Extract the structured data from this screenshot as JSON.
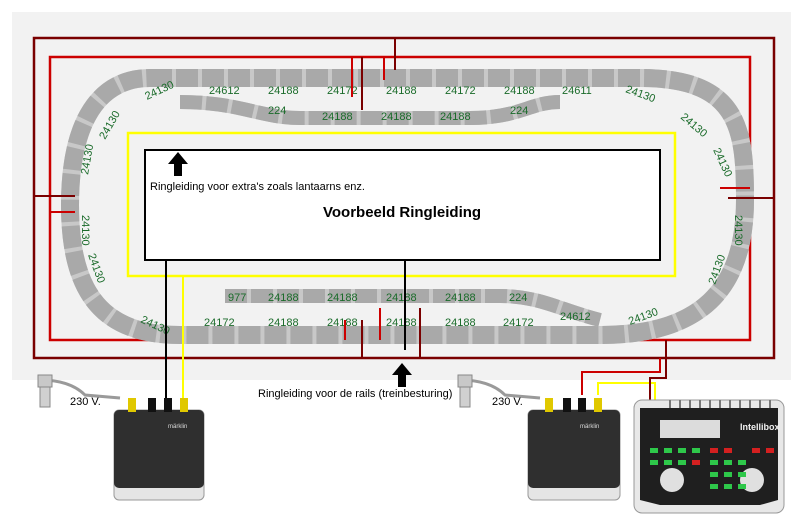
{
  "diagram": {
    "title": "Voorbeeld Ringleiding",
    "inner_note": "Ringleiding voor extra's zoals lantaarns enz.",
    "rails_note": "Ringleiding voor de rails (treinbesturing)",
    "voltage_left": "230 V.",
    "voltage_right": "230 V.",
    "transformer_left_brand": "märklin",
    "transformer_right_brand": "märklin",
    "controller_brand": "Intellibox"
  },
  "track_labels": {
    "top_outer": [
      "24612",
      "24188",
      "24172",
      "24188",
      "24172",
      "24188",
      "24611"
    ],
    "top_inner": [
      "224",
      "24188",
      "24188",
      "24188",
      "224"
    ],
    "bottom_inner": [
      "977",
      "24188",
      "24188",
      "24188",
      "24188",
      "224"
    ],
    "bottom_outer": [
      "24172",
      "24188",
      "24188",
      "24188",
      "24188",
      "24172",
      "24612"
    ],
    "curve_left": [
      "24130",
      "24130",
      "24130",
      "24130",
      "24130",
      "24130"
    ],
    "curve_right": [
      "24130",
      "24130",
      "24130",
      "24130",
      "24130",
      "24130"
    ]
  },
  "colors": {
    "ring_red": "#cc0000",
    "ring_darkred": "#7a0000",
    "ring_yellow": "#ffff00",
    "track_grey": "#b4b4b4",
    "track_label_green": "#1a6b2a"
  }
}
